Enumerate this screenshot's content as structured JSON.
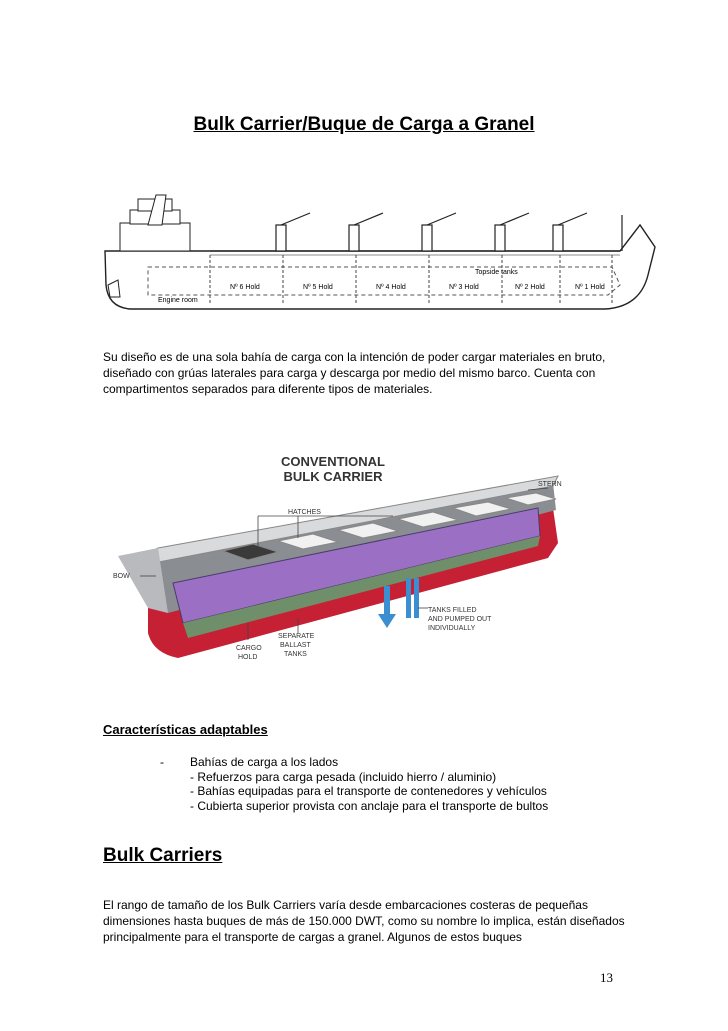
{
  "title": "Bulk Carrier/Buque de Carga a Granel",
  "diagram1": {
    "holds": [
      "Nº 6 Hold",
      "Nº 5 Hold",
      "Nº 4 Hold",
      "Nº 3 Hold",
      "Nº 2 Hold",
      "Nº 1 Hold"
    ],
    "engine_room": "Engine room",
    "topside_tanks": "Topside tanks"
  },
  "intro_paragraph": "Su diseño es de una sola bahía de carga con la intención de poder cargar materiales en bruto, diseñado con grúas laterales para carga y descarga por medio del mismo barco. Cuenta con compartimentos separados para diferente tipos de materiales.",
  "diagram2": {
    "title_line1": "CONVENTIONAL",
    "title_line2": "BULK CARRIER",
    "stern": "STERN",
    "hatches": "HATCHES",
    "bow": "BOW",
    "tanks_line1": "TANKS FILLED",
    "tanks_line2": "AND PUMPED OUT",
    "tanks_line3": "INDIVIDUALLY",
    "cargo_line1": "CARGO",
    "cargo_line2": "HOLD",
    "ballast_line1": "SEPARATE",
    "ballast_line2": "BALLAST",
    "ballast_line3": "TANKS"
  },
  "section1": {
    "heading": "Características adaptables",
    "dash": "-",
    "items": [
      "Bahías de carga a los lados",
      "- Refuerzos para carga pesada (incluido hierro / aluminio)",
      "- Bahías equipadas para el transporte de contenedores y vehículos",
      "- Cubierta superior provista con anclaje para el transporte de bultos"
    ]
  },
  "section2": {
    "heading": "Bulk Carriers",
    "paragraph": "El rango de tamaño de los Bulk Carriers varía desde embarcaciones costeras de pequeñas dimensiones hasta buques de más de 150.000 DWT, como su nombre lo implica, están diseñados principalmente para el transporte de cargas a granel. Algunos de estos buques"
  },
  "page_number": "13"
}
